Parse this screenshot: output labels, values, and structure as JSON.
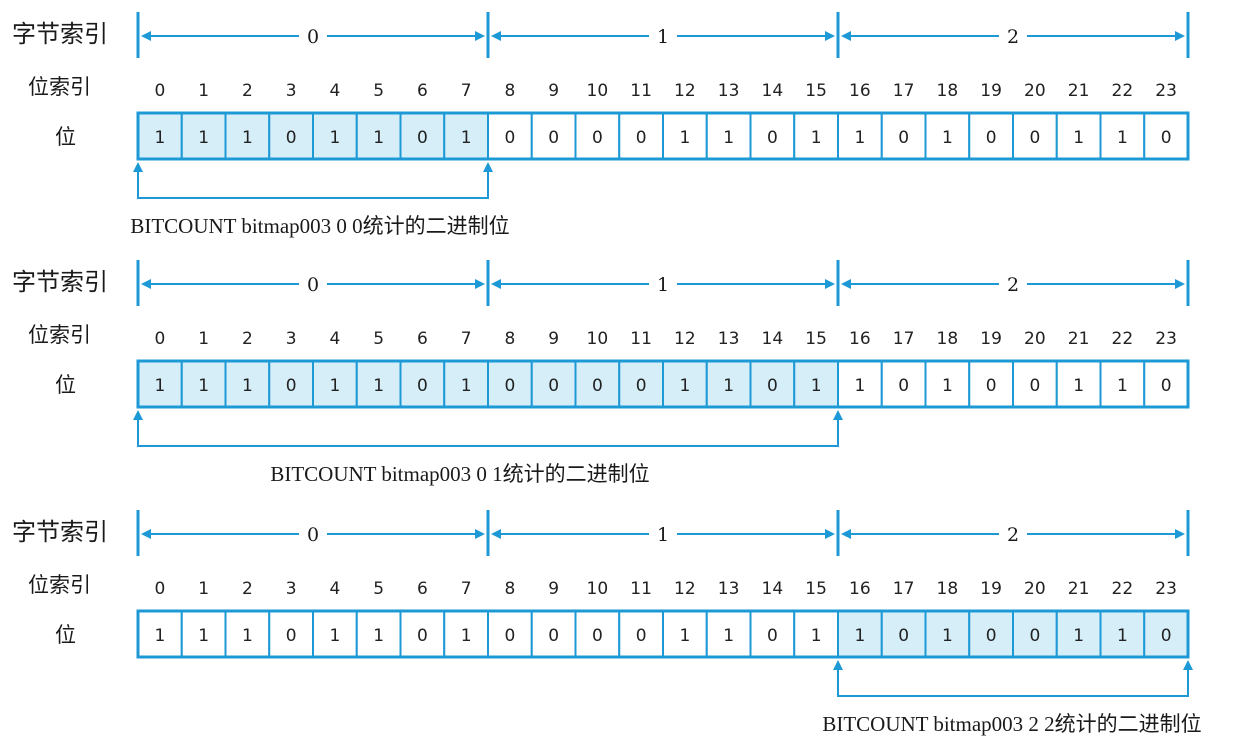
{
  "colors": {
    "accent": "#1d9ad6",
    "highlight_fill": "#d6eef8",
    "text": "#1a1a1a"
  },
  "labels": {
    "byte_index": "字节索引",
    "bit_index": "位索引",
    "bit": "位"
  },
  "byte_indices": [
    "0",
    "1",
    "2"
  ],
  "bit_indices": [
    "0",
    "1",
    "2",
    "3",
    "4",
    "5",
    "6",
    "7",
    "8",
    "9",
    "10",
    "11",
    "12",
    "13",
    "14",
    "15",
    "16",
    "17",
    "18",
    "19",
    "20",
    "21",
    "22",
    "23"
  ],
  "bits": [
    "1",
    "1",
    "1",
    "0",
    "1",
    "1",
    "0",
    "1",
    "0",
    "0",
    "0",
    "0",
    "1",
    "1",
    "0",
    "1",
    "1",
    "0",
    "1",
    "0",
    "0",
    "1",
    "1",
    "0"
  ],
  "panels": [
    {
      "caption": "BITCOUNT bitmap003 0 0统计的二进制位",
      "range_start": 0,
      "range_end": 7
    },
    {
      "caption": "BITCOUNT bitmap003 0 1统计的二进制位",
      "range_start": 0,
      "range_end": 15
    },
    {
      "caption": "BITCOUNT bitmap003 2 2统计的二进制位",
      "range_start": 16,
      "range_end": 23
    }
  ]
}
